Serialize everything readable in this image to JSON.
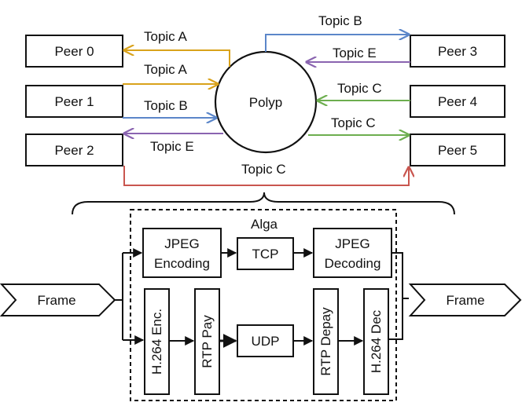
{
  "peers": [
    "Peer 0",
    "Peer 1",
    "Peer 2",
    "Peer 3",
    "Peer 4",
    "Peer 5"
  ],
  "hub": "Polyp",
  "topics": {
    "peer0_a": "Topic A",
    "peer1_a": "Topic A",
    "peer1_b": "Topic B",
    "peer2_e": "Topic E",
    "peer3_b": "Topic B",
    "peer3_e": "Topic E",
    "peer4_c": "Topic C",
    "peer5_c": "Topic C",
    "peer2_peer5_c": "Topic C"
  },
  "pipeline": {
    "title": "Alga",
    "input": "Frame",
    "output": "Frame",
    "jpeg_enc": [
      "JPEG",
      "Encoding"
    ],
    "tcp": "TCP",
    "jpeg_dec": [
      "JPEG",
      "Decoding"
    ],
    "h264_enc": "H.264 Enc.",
    "rtp_pay": "RTP Pay",
    "udp": "UDP",
    "rtp_depay": "RTP Depay",
    "h264_dec": "H.264 Dec"
  },
  "colors": {
    "topic_a": "#d9a21b",
    "topic_b": "#5b86c9",
    "topic_c": "#6dae4f",
    "topic_e": "#8a64b0",
    "direct_c": "#c9564f",
    "ink": "#111111"
  }
}
